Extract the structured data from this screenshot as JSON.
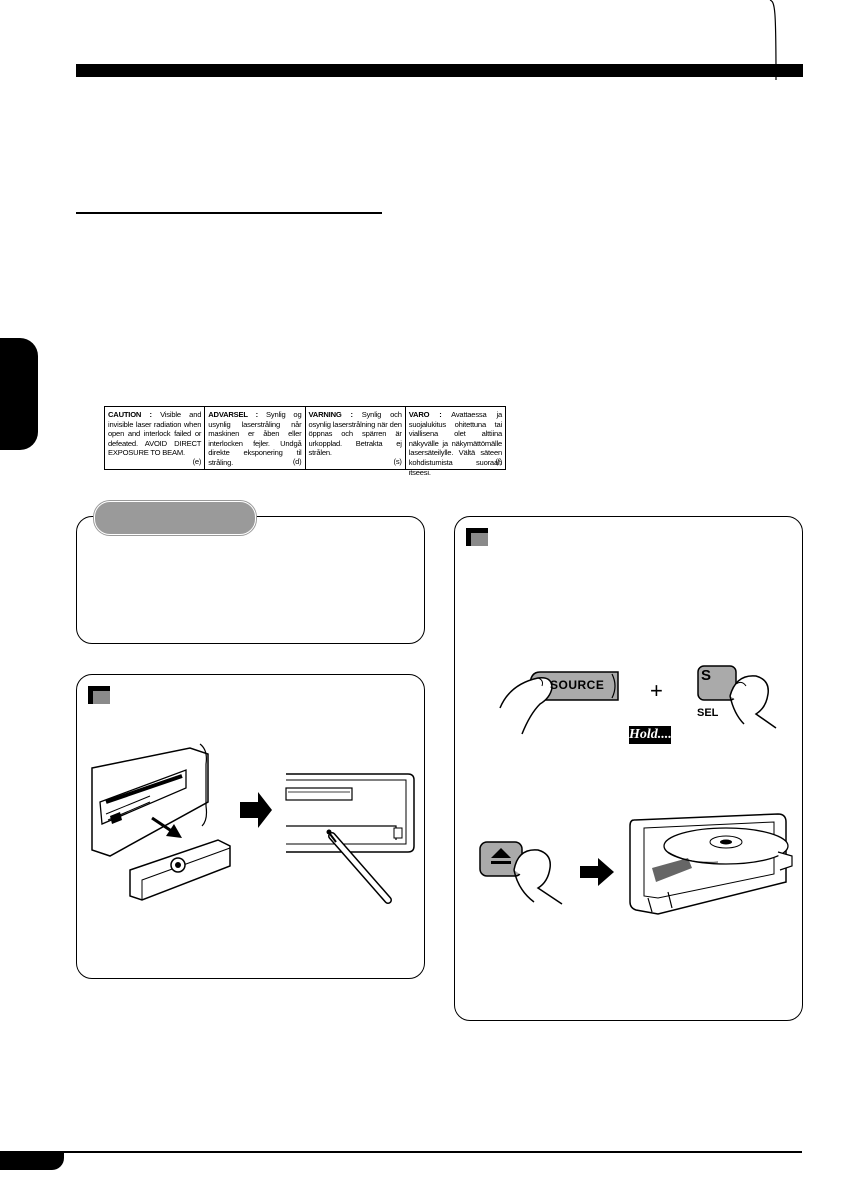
{
  "caution": [
    {
      "heading": "CAUTION :",
      "text": "Visible and invisible laser radiation when open and interlock failed or defeated. AVOID DIRECT EXPOSURE TO BEAM.",
      "code": "(e)"
    },
    {
      "heading": "ADVARSEL :",
      "text": "Synlig og usynlig laserstråling når maskinen er åben eller interlocken fejler. Undgå direkte eksponering til stråling.",
      "code": "(d)"
    },
    {
      "heading": "VARNING :",
      "text": "Synlig och osynlig laserstrålning när den öppnas och spärren är urkopplad. Betrakta ej strålen.",
      "code": "(s)"
    },
    {
      "heading": "VARO :",
      "text": "Avattaessa ja suojalukitus ohitettuna tai viallisena olet alttiina näkyvälle ja näkymättömälle lasersäteilylle. Vältä säteen kohdistumista suoraan itseesi.",
      "code": "(f)"
    }
  ],
  "buttons": {
    "source": "SOURCE",
    "sel_top": "S",
    "sel_bottom": "SEL",
    "plus": "+",
    "hold": "Hold...."
  }
}
